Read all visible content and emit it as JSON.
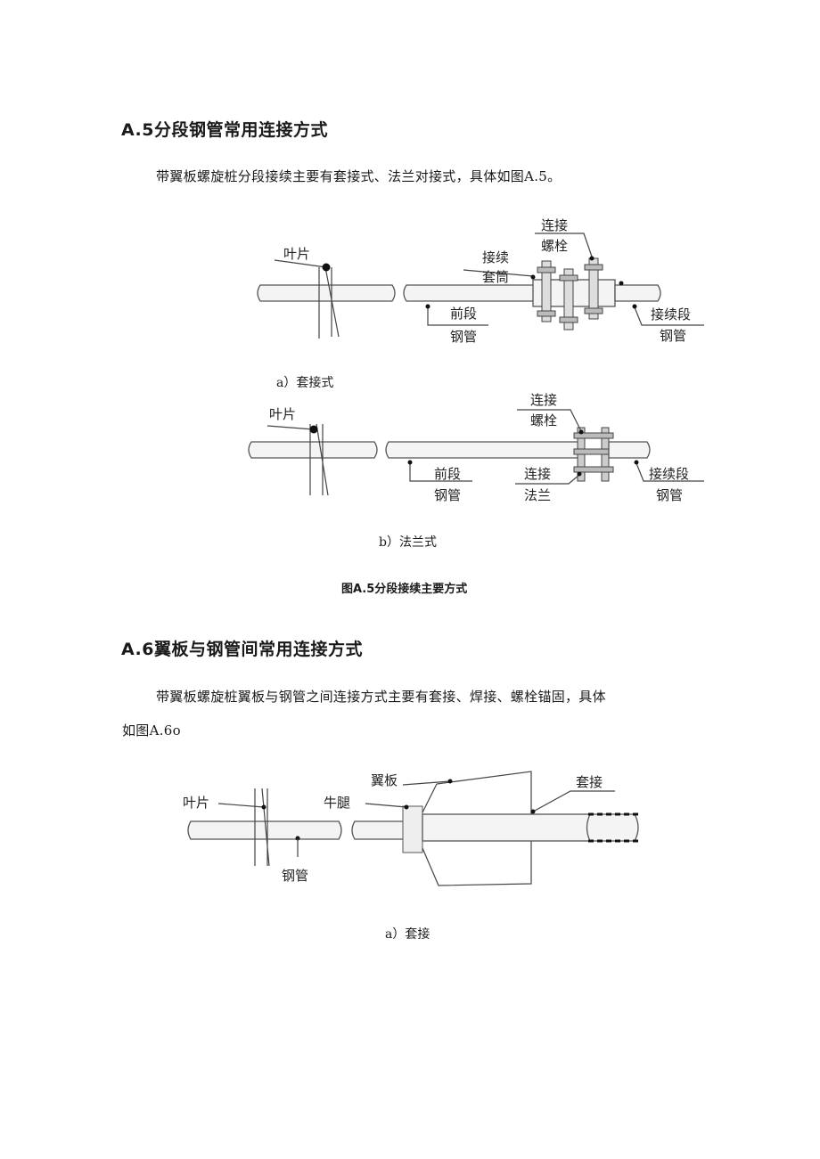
{
  "section_a5": {
    "heading": "A.5分段钢管常用连接方式",
    "paragraph": "带翼板螺旋桩分段接续主要有套接式、法兰对接式，具体如图A.5。"
  },
  "figure_a5a": {
    "labels": {
      "blade": "叶片",
      "front_line1": "前段",
      "front_line2": "钢管",
      "sleeve_line1": "接续",
      "sleeve_line2": "套筒",
      "bolt_line1": "连接",
      "bolt_line2": "螺栓",
      "next_line1": "接续段",
      "next_line2": "钢管"
    },
    "caption": "a）套接式"
  },
  "figure_a5b": {
    "labels": {
      "blade": "叶片",
      "bolt_line1": "连接",
      "bolt_line2": "螺栓",
      "front_line1": "前段",
      "front_line2": "钢管",
      "flange_line1": "连接",
      "flange_line2": "法兰",
      "next_line1": "接续段",
      "next_line2": "钢管"
    },
    "caption": "b）法兰式"
  },
  "figure_a5_title": "图A.5分段接续主要方式",
  "section_a6": {
    "heading": "A.6翼板与钢管间常用连接方式",
    "paragraph_line1": "带翼板螺旋桩翼板与钢管之间连接方式主要有套接、焊接、螺栓锚固，具体",
    "paragraph_line2": "如图A.6o"
  },
  "figure_a6a": {
    "labels": {
      "wing": "翼板",
      "sleeve": "套接",
      "blade": "叶片",
      "corbel": "牛腿",
      "pipe": "钢管"
    },
    "caption": "a）套接"
  }
}
